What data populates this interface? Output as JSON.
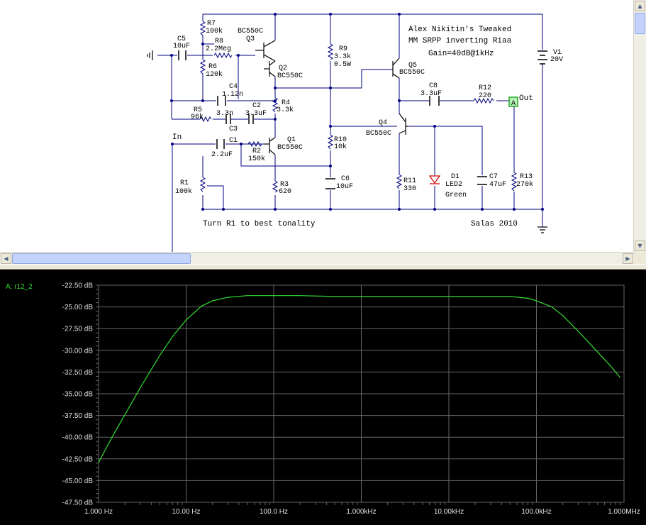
{
  "schematic": {
    "title_lines": [
      "Alex Nikitin's Tweaked",
      "MM SRPP inverting Riaa",
      "Gain=40dB@1kHz"
    ],
    "author": "Salas 2010",
    "note": "Turn R1 to best tonality",
    "input_label": "In",
    "output_label": "Out",
    "probe_marker": "A",
    "components": {
      "R7": {
        "name": "R7",
        "value": "100k"
      },
      "R8": {
        "name": "R8",
        "value": "2.2Meg"
      },
      "R6": {
        "name": "R6",
        "value": "120k"
      },
      "R5": {
        "name": "R5",
        "value": "96k"
      },
      "R4": {
        "name": "R4",
        "value": "3.3k"
      },
      "R9": {
        "name": "R9",
        "value": "3.3k",
        "value2": "0.5W"
      },
      "R10": {
        "name": "R10",
        "value": "10k"
      },
      "R2": {
        "name": "R2",
        "value": "150k"
      },
      "R3": {
        "name": "R3",
        "value": "620"
      },
      "R1": {
        "name": "R1",
        "value": "100k"
      },
      "R11": {
        "name": "R11",
        "value": "330"
      },
      "R12": {
        "name": "R12",
        "value": "220"
      },
      "R13": {
        "name": "R13",
        "value": "270k"
      },
      "C5": {
        "name": "C5",
        "value": "10uF"
      },
      "C4": {
        "name": "C4",
        "value": "1.12n"
      },
      "C3": {
        "name": "C3",
        "value": "3.3n"
      },
      "C2": {
        "name": "C2",
        "value": "3.3uF"
      },
      "C1": {
        "name": "C1",
        "value": "2.2uF"
      },
      "C6": {
        "name": "C6",
        "value": "10uF"
      },
      "C7": {
        "name": "C7",
        "value": "47uF"
      },
      "C8": {
        "name": "C8",
        "value": "3.3uF"
      },
      "Q1": {
        "name": "Q1",
        "value": "BC550C"
      },
      "Q2": {
        "name": "Q2",
        "value": "BC550C"
      },
      "Q3": {
        "name": "Q3",
        "value": "BC550C"
      },
      "Q4": {
        "name": "Q4",
        "value": "BC550C"
      },
      "Q5": {
        "name": "Q5",
        "value": "BC550C"
      },
      "D1": {
        "name": "D1",
        "value": "LED2",
        "color_label": "Green"
      },
      "V1": {
        "name": "V1",
        "value": "20V"
      }
    }
  },
  "colors": {
    "plot_trace": "#33dd33",
    "plot_background": "#000000",
    "grid": "#666666",
    "schematic_wire": "#000080",
    "led": "#cc0000",
    "probe": "#33cc33"
  },
  "chart_data": {
    "type": "line",
    "trace_label": "A: r12_2",
    "x_scale": "log",
    "xlim": [
      1,
      1000000
    ],
    "ylim": [
      -47.5,
      -22.5
    ],
    "x_ticks": [
      {
        "v": 1,
        "label": "1.000 Hz"
      },
      {
        "v": 10,
        "label": "10.00 Hz"
      },
      {
        "v": 100,
        "label": "100.0 Hz"
      },
      {
        "v": 1000,
        "label": "1.000kHz"
      },
      {
        "v": 10000,
        "label": "10.00kHz"
      },
      {
        "v": 100000,
        "label": "100.0kHz"
      },
      {
        "v": 1000000,
        "label": "1.000MHz"
      }
    ],
    "y_ticks": [
      {
        "v": -22.5,
        "label": "-22.50 dB"
      },
      {
        "v": -25,
        "label": "-25.00 dB"
      },
      {
        "v": -27.5,
        "label": "-27.50 dB"
      },
      {
        "v": -30,
        "label": "-30.00 dB"
      },
      {
        "v": -32.5,
        "label": "-32.50 dB"
      },
      {
        "v": -35,
        "label": "-35.00 dB"
      },
      {
        "v": -37.5,
        "label": "-37.50 dB"
      },
      {
        "v": -40,
        "label": "-40.00 dB"
      },
      {
        "v": -42.5,
        "label": "-42.50 dB"
      },
      {
        "v": -45,
        "label": "-45.00 dB"
      },
      {
        "v": -47.5,
        "label": "-47.50 dB"
      }
    ],
    "series": [
      {
        "name": "r12_2",
        "x": [
          1,
          1.5,
          2,
          3,
          4,
          5,
          7,
          10,
          15,
          20,
          30,
          50,
          70,
          100,
          200,
          500,
          1000,
          2000,
          5000,
          10000,
          20000,
          50000,
          80000,
          100000,
          150000,
          200000,
          300000,
          500000,
          700000,
          900000
        ],
        "y": [
          -42.9,
          -39.6,
          -37.4,
          -34.3,
          -32.2,
          -30.6,
          -28.4,
          -26.5,
          -24.9,
          -24.3,
          -23.9,
          -23.7,
          -23.7,
          -23.7,
          -23.7,
          -23.8,
          -23.8,
          -23.8,
          -23.8,
          -23.8,
          -23.8,
          -23.8,
          -24.0,
          -24.3,
          -25.0,
          -26.0,
          -27.8,
          -30.2,
          -31.8,
          -33.1
        ]
      }
    ]
  }
}
